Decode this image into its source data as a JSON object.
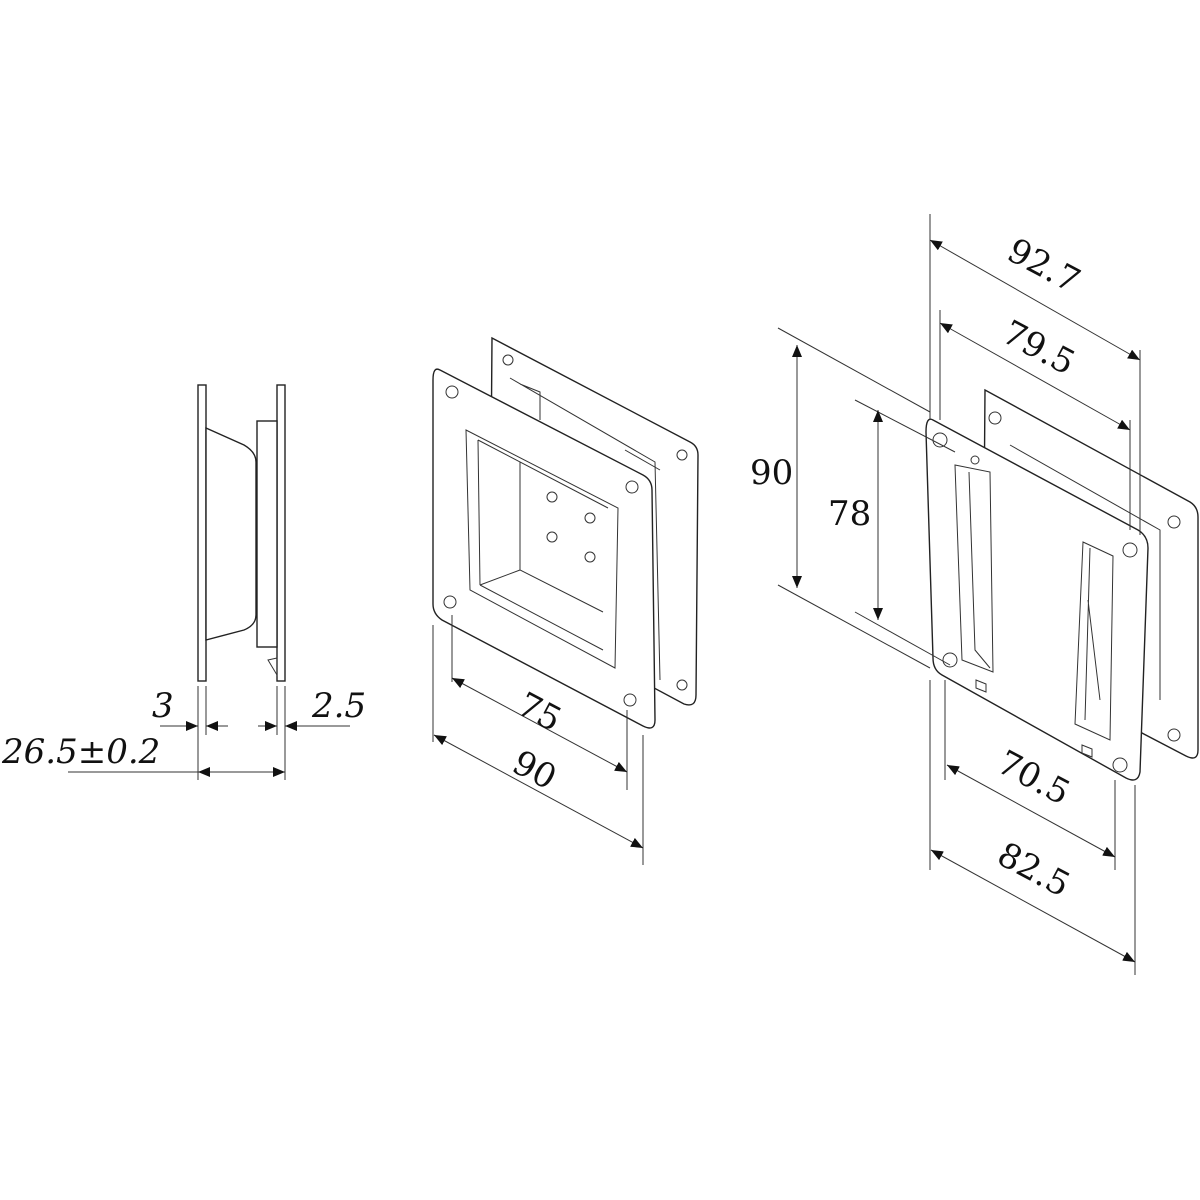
{
  "drawing": {
    "side_view": {
      "front_plate_thickness": "3",
      "rear_plate_thickness": "2.5",
      "overall_depth": "26.5±0.2"
    },
    "bracket_a": {
      "hole_spacing": "75",
      "plate_width": "90"
    },
    "bracket_b": {
      "top_outer_width": "92.7",
      "top_inner_width": "79.5",
      "plate_height": "90",
      "slot_height": "78",
      "bottom_inner_width": "70.5",
      "bottom_outer_width": "82.5"
    }
  },
  "colors": {
    "line": "#222222",
    "background": "#ffffff"
  }
}
